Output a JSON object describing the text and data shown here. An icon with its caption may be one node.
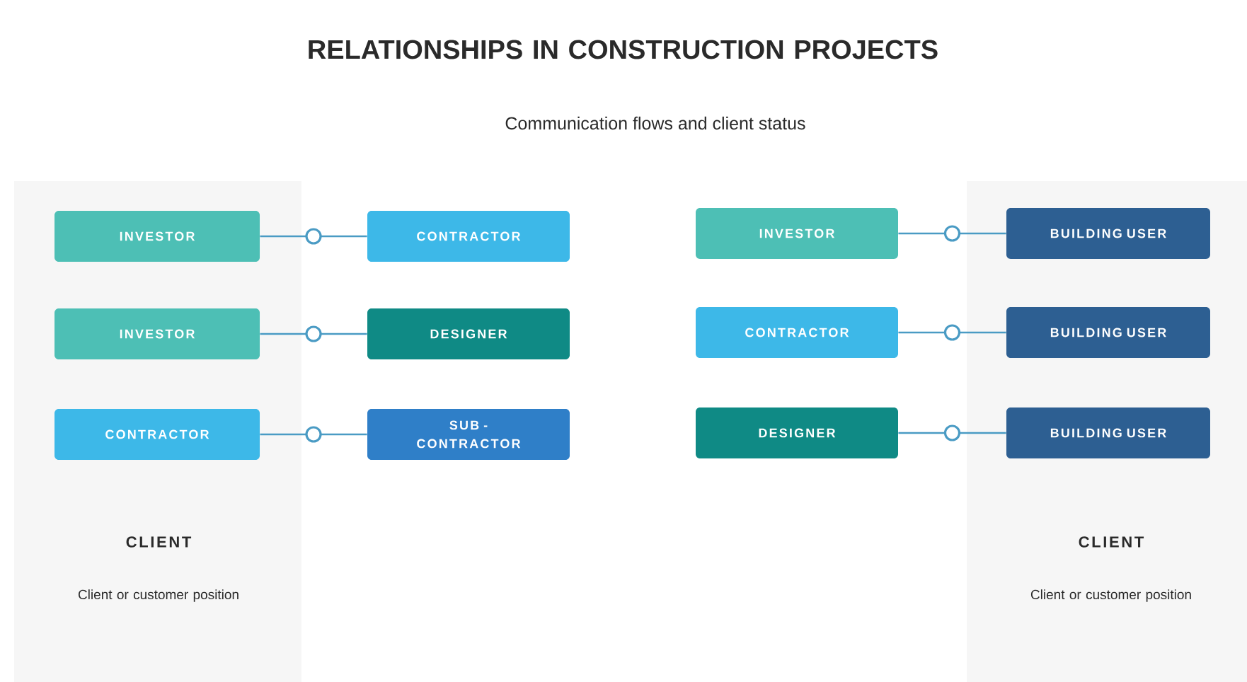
{
  "diagram": {
    "title": "RELATIONSHIPS IN CONSTRUCTION PROJECTS",
    "caption": "Communication flows and client status",
    "nodes": [
      {
        "text": [
          "CLIENT",
          "Client or customer position"
        ]
      },
      {
        "text": [
          "INVESTOR"
        ],
        "in": 0
      },
      {
        "text": [
          "INVESTOR"
        ],
        "in": 0
      },
      {
        "text": [
          "CONTRACTOR"
        ],
        "in": 0
      },
      {
        "text": [
          "CONTRACTOR"
        ]
      },
      {
        "text": [
          "DESIGNER"
        ]
      },
      {
        "text": [
          "SUB - CONTRACTOR"
        ]
      },
      {
        "text": [
          "INVESTOR"
        ]
      },
      {
        "text": [
          "CONTRACTOR"
        ]
      },
      {
        "text": [
          "DESIGNER"
        ]
      },
      {
        "text": [
          "CLIENT",
          "Client or customer position"
        ]
      },
      {
        "text": [
          "BUILDING USER"
        ],
        "in": 10
      },
      {
        "text": [
          "BUILDING USER"
        ],
        "in": 10
      },
      {
        "text": [
          "BUILDING USER"
        ],
        "in": 10
      }
    ],
    "edges": [
      {
        "from": 1,
        "to": 4,
        "arrow": "none"
      },
      {
        "from": 2,
        "to": 5,
        "arrow": "none"
      },
      {
        "from": 3,
        "to": 6,
        "arrow": "none"
      },
      {
        "from": 7,
        "to": 11,
        "arrow": "none"
      },
      {
        "from": 8,
        "to": 12,
        "arrow": "none"
      },
      {
        "from": 9,
        "to": 13,
        "arrow": "none"
      }
    ]
  }
}
